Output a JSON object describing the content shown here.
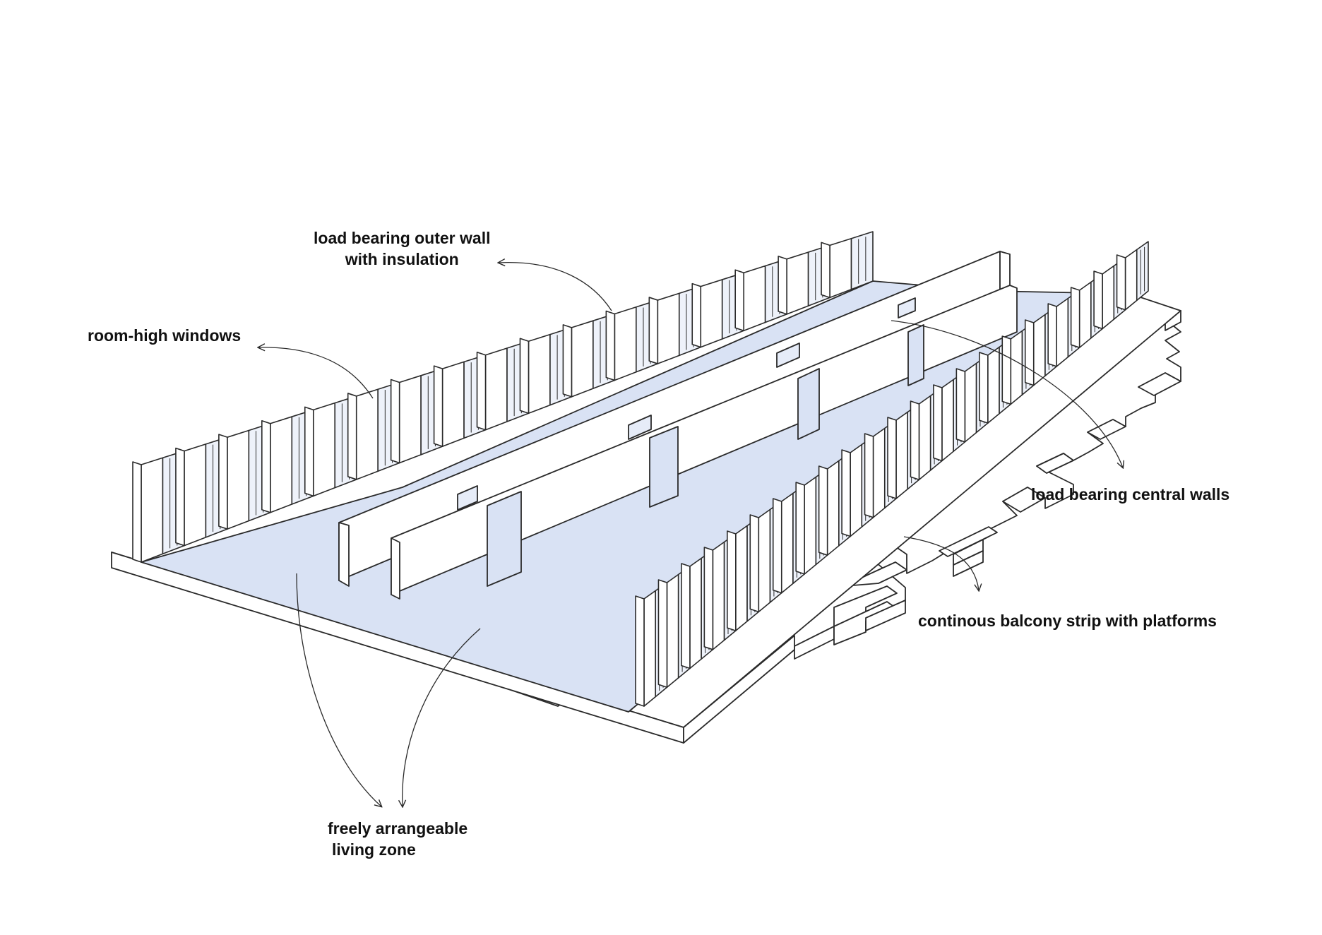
{
  "labels": {
    "outer_wall": {
      "line1": "load bearing outer wall",
      "line2": "with insulation"
    },
    "windows": "room-high windows",
    "central_walls": "load bearing central walls",
    "balcony": "continous balcony strip with platforms",
    "living_zone": {
      "line1": "freely arrangeable",
      "line2": "living zone"
    }
  },
  "colors": {
    "floor_fill": "#d9e2f4",
    "line": "#2a2a2a",
    "wall_fill": "#ffffff",
    "glass_fill": "#eef2fa"
  }
}
